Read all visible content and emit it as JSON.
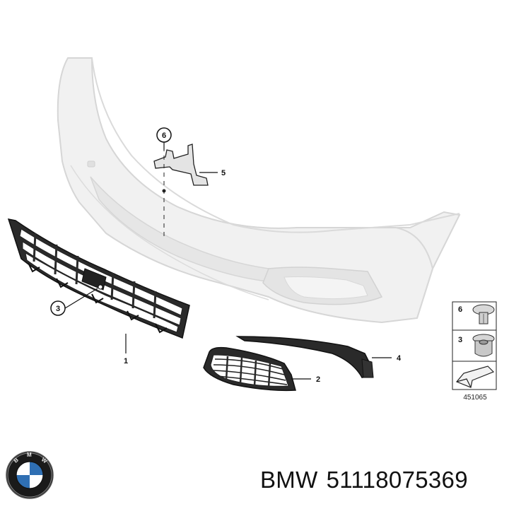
{
  "callouts": {
    "c1": "1",
    "c2": "2",
    "c3": "3",
    "c4": "4",
    "c5": "5",
    "c6": "6"
  },
  "legend": {
    "item6": "6",
    "item3": "3"
  },
  "reference_number": "451065",
  "footer": {
    "brand": "BMW",
    "part_number": "51118075369"
  },
  "logo_icon": "bmw-roundel-logo",
  "colors": {
    "bumper_fill": "#f1f1f1",
    "bumper_stroke": "#d6d6d6",
    "part_dark": "#222222",
    "logo_blue": "#2f6fb3"
  }
}
